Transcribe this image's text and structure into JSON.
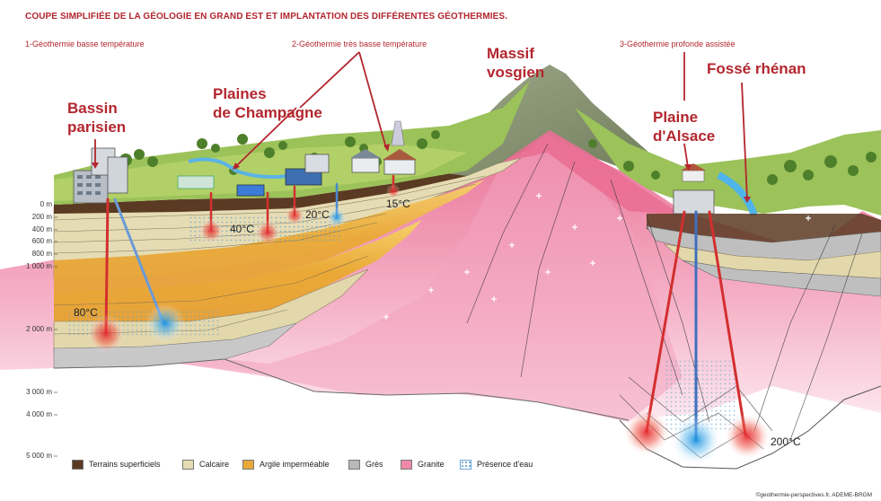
{
  "title": "COUPE SIMPLIFIÉE DE LA GÉOLOGIE EN GRAND EST ET IMPLANTATION DES DIFFÉRENTES GÉOTHERMIES.",
  "categories": {
    "low_temp": "1-Géothermie basse température",
    "very_low_temp": "2-Géothermie très basse température",
    "deep_assisted": "3-Géothermie profonde assistée"
  },
  "regions": {
    "bassin_l1": "Bassin",
    "bassin_l2": "parisien",
    "plaines_l1": "Plaines",
    "plaines_l2": "de Champagne",
    "massif_l1": "Massif",
    "massif_l2": "vosgien",
    "plaine_l1": "Plaine",
    "plaine_l2": "d'Alsace",
    "fosse": "Fossé rhénan"
  },
  "temperatures": {
    "t80": "80°C",
    "t40": "40°C",
    "t20": "20°C",
    "t15": "15°C",
    "t200": "200°C"
  },
  "depths": [
    "0 m",
    "200 m",
    "400 m",
    "600 m",
    "800 m",
    "1 000 m",
    "2 000 m",
    "3 000 m",
    "4 000 m",
    "5 000 m"
  ],
  "legend": [
    {
      "label": "Terrains superficiels",
      "color": "#5a3a22"
    },
    {
      "label": "Calcaire",
      "color": "#e6dcb4"
    },
    {
      "label": "Argile imperméable",
      "color": "#e8a93a"
    },
    {
      "label": "Grès",
      "color": "#b8b8b8"
    },
    {
      "label": "Granite",
      "color": "#ee8aa8"
    },
    {
      "label": "Présence d'eau",
      "color": "#6aa7d6"
    }
  ],
  "credit": "©geothermie-perspectives.fr, ADEME-BRGM"
}
